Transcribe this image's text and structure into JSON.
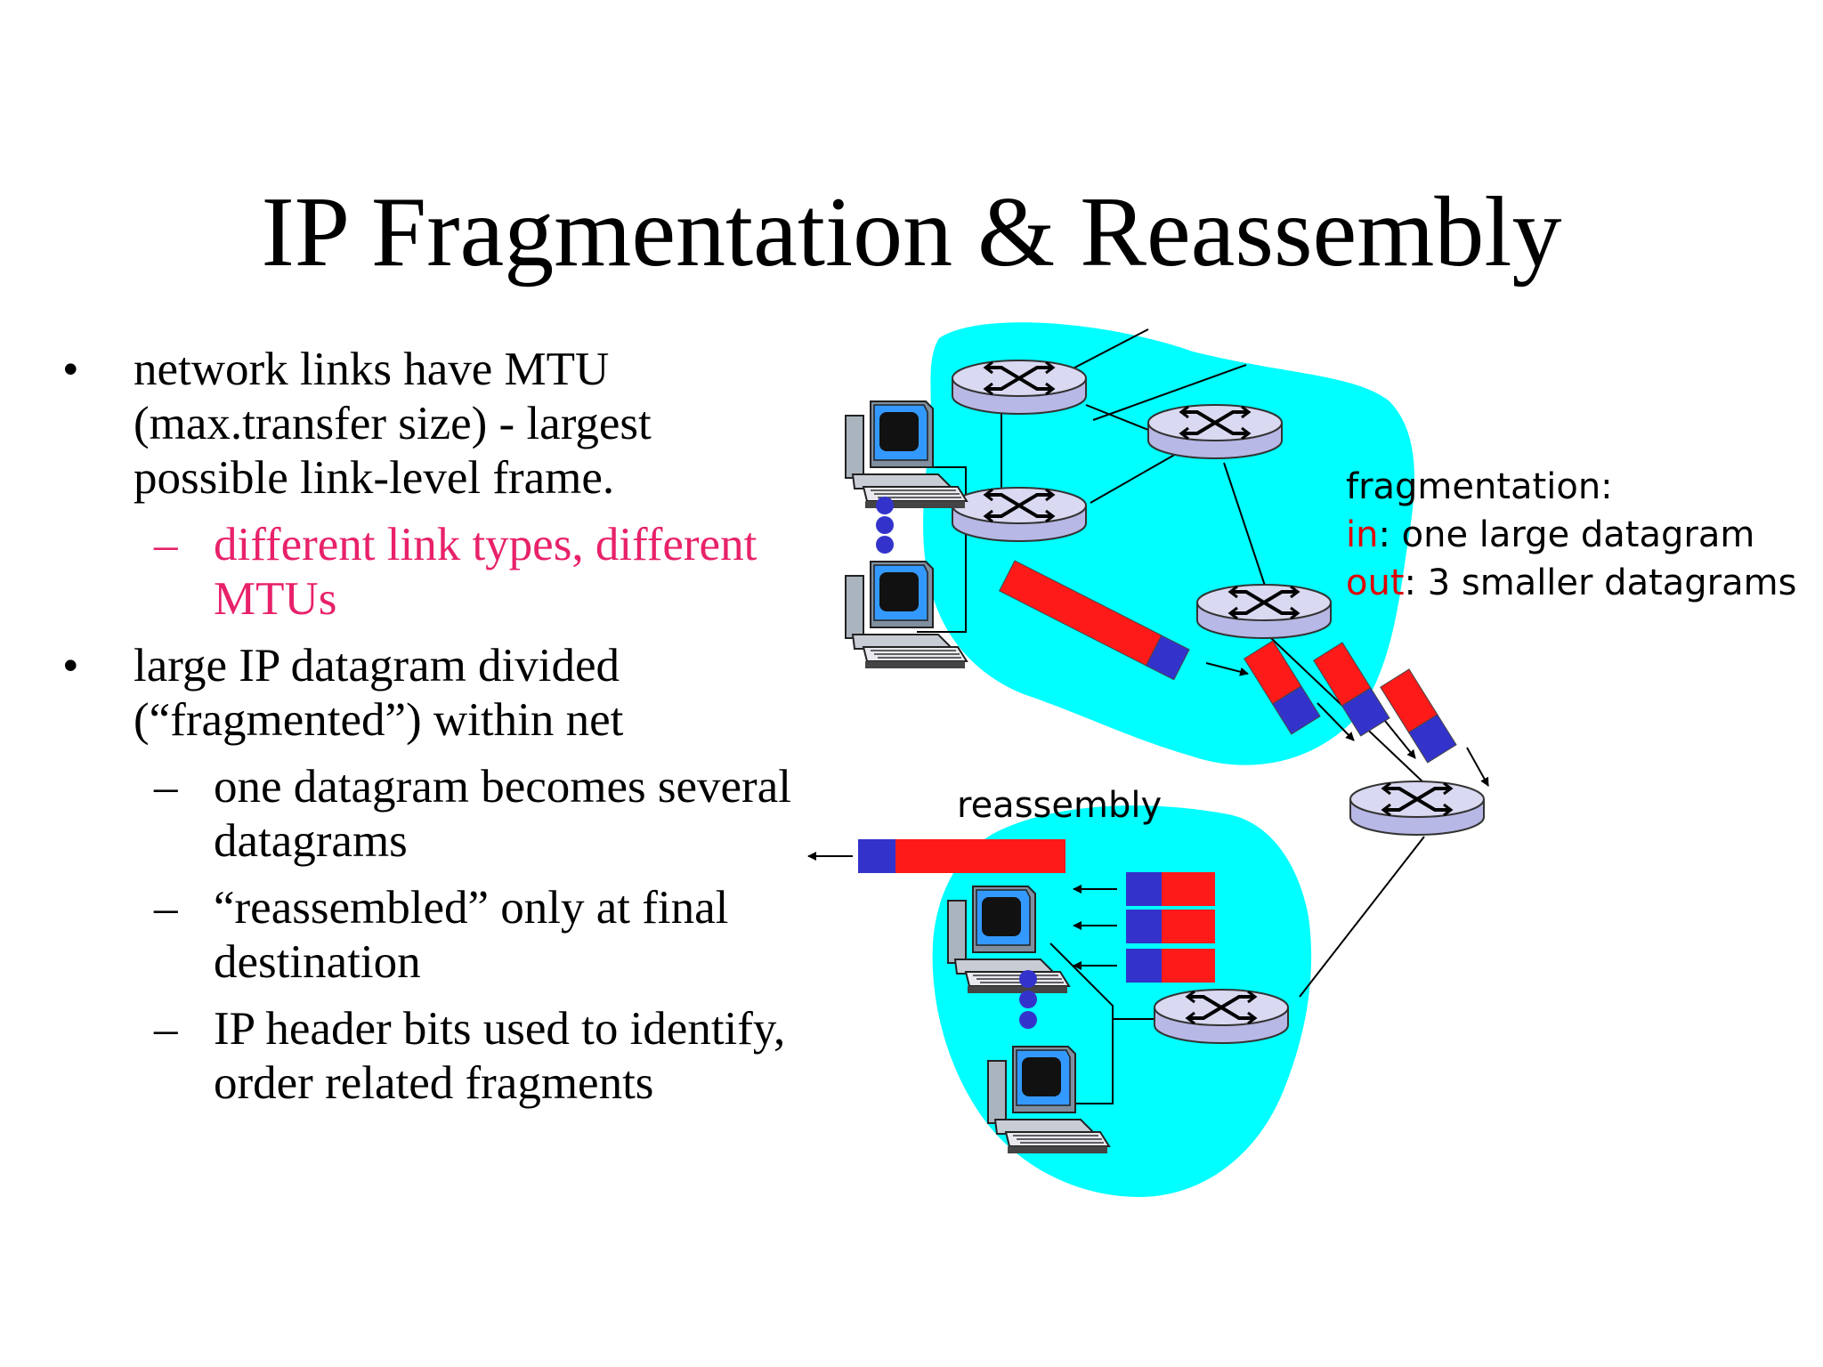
{
  "title": "IP Fragmentation & Reassembly",
  "bullets": [
    {
      "text": "network links have MTU (max.transfer size) - largest possible link-level frame.",
      "sub": [
        {
          "text": "different link types, different MTUs",
          "color": "#e8216a"
        }
      ]
    },
    {
      "text": "large IP datagram divided (“fragmented”) within net",
      "sub": [
        {
          "text": "one datagram becomes several datagrams"
        },
        {
          "text": "“reassembled” only at final destination"
        },
        {
          "text": "IP header bits used to identify, order related fragments"
        }
      ]
    }
  ],
  "bullet_mark": "•",
  "sub_mark": "–",
  "diagram": {
    "fragmentation_title": "fragmentation:",
    "in_label": "in",
    "in_text": ": one large datagram",
    "out_label": "out",
    "out_text": ": 3 smaller datagrams",
    "reassembly_label": "reassembly",
    "colors": {
      "cloud": "#00ffff",
      "header": "#3333cc",
      "payload": "#ff1a1a",
      "router": "#d9d9f2",
      "keyword": "#e00000"
    },
    "icons": [
      "router-icon",
      "host-computer-icon",
      "ellipsis-dots-icon",
      "arrow-icon",
      "datagram-icon"
    ]
  }
}
